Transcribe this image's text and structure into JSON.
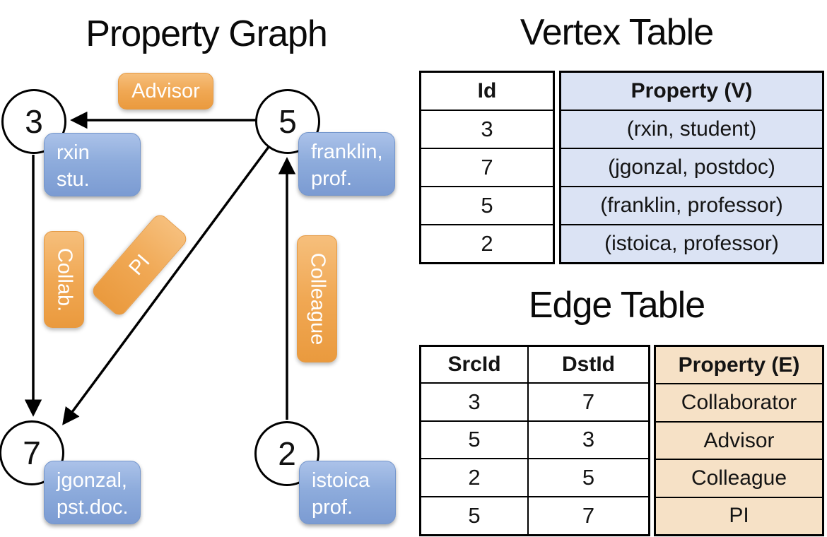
{
  "graph": {
    "title": "Property Graph",
    "nodes": [
      {
        "id": "3",
        "label_line1": "rxin",
        "label_line2": "stu."
      },
      {
        "id": "5",
        "label_line1": "franklin,",
        "label_line2": "prof."
      },
      {
        "id": "7",
        "label_line1": "jgonzal,",
        "label_line2": "pst.doc."
      },
      {
        "id": "2",
        "label_line1": "istoica",
        "label_line2": "prof."
      }
    ],
    "edges": [
      {
        "label": "Advisor",
        "src": "5",
        "dst": "3"
      },
      {
        "label": "Collab.",
        "src": "3",
        "dst": "7"
      },
      {
        "label": "PI",
        "src": "5",
        "dst": "7"
      },
      {
        "label": "Colleague",
        "src": "2",
        "dst": "5"
      }
    ]
  },
  "vertex_table": {
    "title": "Vertex Table",
    "headers": {
      "id": "Id",
      "property": "Property (V)"
    },
    "rows": [
      {
        "id": "3",
        "property": "(rxin, student)"
      },
      {
        "id": "7",
        "property": "(jgonzal, postdoc)"
      },
      {
        "id": "5",
        "property": "(franklin, professor)"
      },
      {
        "id": "2",
        "property": "(istoica, professor)"
      }
    ]
  },
  "edge_table": {
    "title": "Edge Table",
    "headers": {
      "src": "SrcId",
      "dst": "DstId",
      "property": "Property (E)"
    },
    "rows": [
      {
        "src": "3",
        "dst": "7",
        "property": "Collaborator"
      },
      {
        "src": "5",
        "dst": "3",
        "property": "Advisor"
      },
      {
        "src": "2",
        "dst": "5",
        "property": "Colleague"
      },
      {
        "src": "5",
        "dst": "7",
        "property": "PI"
      }
    ]
  },
  "colors": {
    "vertex_box_blue_top": "#abc2e9",
    "vertex_box_blue_bottom": "#7b9bd2",
    "edge_box_orange_top": "#f6bf7c",
    "edge_box_orange_bottom": "#ea9a3e",
    "vertex_table_cell_bg": "#dbe3f4",
    "edge_table_cell_bg": "#f6e1c6",
    "line_color": "#000000"
  }
}
